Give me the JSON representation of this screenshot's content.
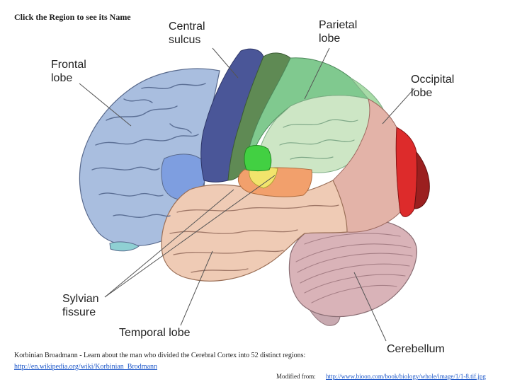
{
  "instruction": "Click the Region to see its Name",
  "labels": {
    "central_sulcus": "Central\nsulcus",
    "parietal_lobe": "Parietal\nlobe",
    "frontal_lobe": "Frontal\nlobe",
    "occipital_lobe": "Occipital\nlobe",
    "sylvian_fissure": "Sylvian\nfissure",
    "temporal_lobe": "Temporal lobe",
    "cerebellum": "Cerebellum"
  },
  "credit": {
    "text": "Korbinian Broadmann - Learn about the man who divided the Cerebral Cortex into 52 distinct regions:",
    "link": "http://en.wikipedia.org/wiki/Korbinian_Brodmann"
  },
  "source": {
    "prefix": "Modified from:",
    "link": "http://www.bioon.com/book/biology/whole/image/1/1-8.tif.jpg"
  },
  "colors": {
    "frontal": "#a9bedf",
    "premotor": "#4a5698",
    "motor": "#5f8a54",
    "somatosensory": "#80c98f",
    "parietal": "#cde6c5",
    "parieto_occipital": "#e3b3a8",
    "occipital": "#dd2b2b",
    "temporal": "#efcbb5",
    "auditory": "#f2a06c",
    "cerebellum": "#d9b3b8"
  }
}
